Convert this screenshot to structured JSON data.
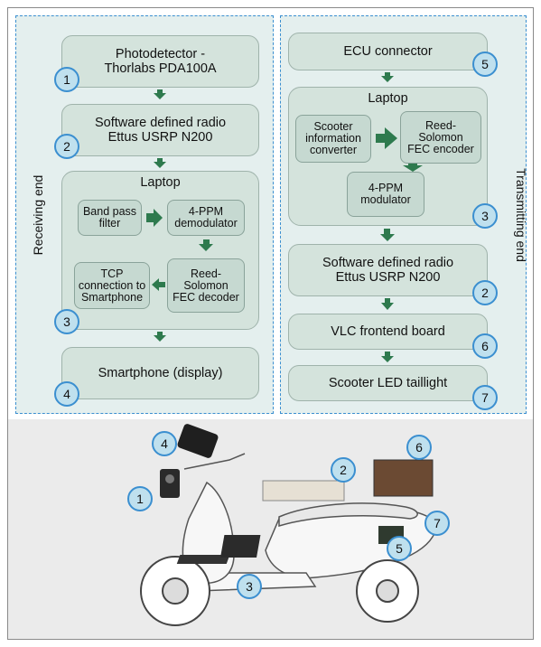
{
  "receiving": {
    "side_label": "Receiving end",
    "photodetector": "Photodetector -\nThorlabs PDA100A",
    "sdr": "Software defined radio\nEttus USRP N200",
    "laptop": {
      "title": "Laptop",
      "bandpass": "Band pass\nfilter",
      "demod": "4-PPM\ndemodulator",
      "decoder": "Reed-\nSolomon\nFEC decoder",
      "tcp": "TCP\nconnection to\nSmartphone"
    },
    "smartphone": "Smartphone (display)",
    "badges": [
      "1",
      "2",
      "3",
      "4"
    ]
  },
  "transmitting": {
    "side_label": "Transmitting end",
    "ecu": "ECU connector",
    "laptop": {
      "title": "Laptop",
      "converter": "Scooter\ninformation\nconverter",
      "encoder": "Reed-\nSolomon\nFEC encoder",
      "modulator": "4-PPM\nmodulator"
    },
    "sdr": "Software defined radio\nEttus USRP N200",
    "vlc": "VLC frontend board",
    "led": "Scooter LED taillight",
    "badges": [
      "5",
      "3",
      "2",
      "6",
      "7"
    ]
  },
  "photo": {
    "badges": [
      "4",
      "2",
      "6",
      "1",
      "7",
      "5",
      "3"
    ]
  },
  "colors": {
    "arrow": "#2e7a4e",
    "dash": "#3b8fd0",
    "badge_fill": "#bfe0ee"
  }
}
